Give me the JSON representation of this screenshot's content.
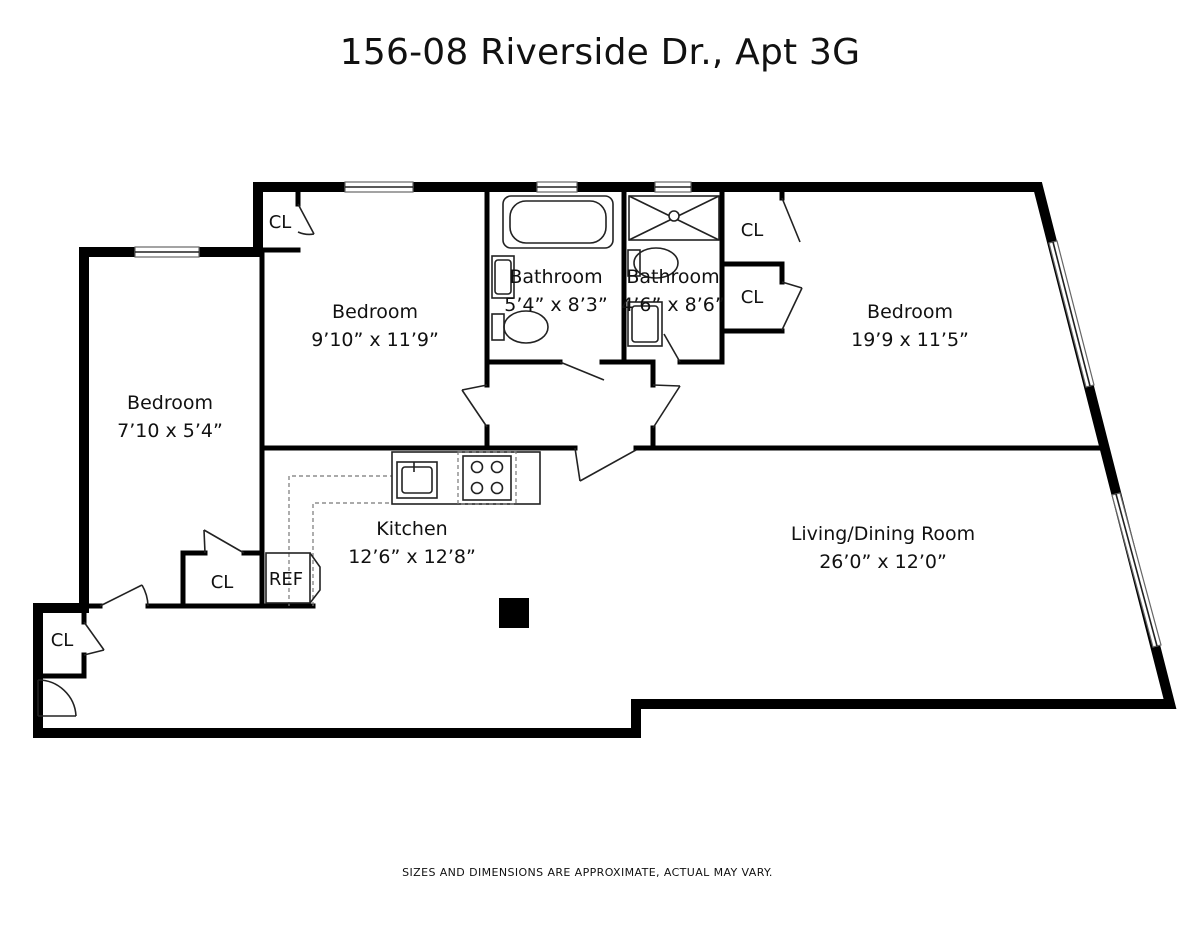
{
  "title": "156-08 Riverside Dr., Apt 3G",
  "disclaimer": "SIZES AND DIMENSIONS ARE APPROXIMATE, ACTUAL MAY VARY.",
  "rooms": {
    "bedroom_left": {
      "name": "Bedroom",
      "size": "7’10 x 5’4”"
    },
    "bedroom_center": {
      "name": "Bedroom",
      "size": "9’10” x 11’9”"
    },
    "bathroom_1": {
      "name": "Bathroom",
      "size": "5’4” x 8’3”"
    },
    "bathroom_2": {
      "name": "Bathroom",
      "size": "4’6” x 8’6”"
    },
    "bedroom_right": {
      "name": "Bedroom",
      "size": "19’9 x 11’5”"
    },
    "kitchen": {
      "name": "Kitchen",
      "size": "12’6” x 12’8”"
    },
    "living_dining": {
      "name": "Living/Dining Room",
      "size": "26’0” x 12’0”"
    }
  },
  "closets": {
    "cl_center_bedroom": "CL",
    "cl_right_top": "CL",
    "cl_right_bottom": "CL",
    "cl_hall": "CL",
    "cl_entry": "CL"
  },
  "appliances": {
    "ref": "REF"
  }
}
